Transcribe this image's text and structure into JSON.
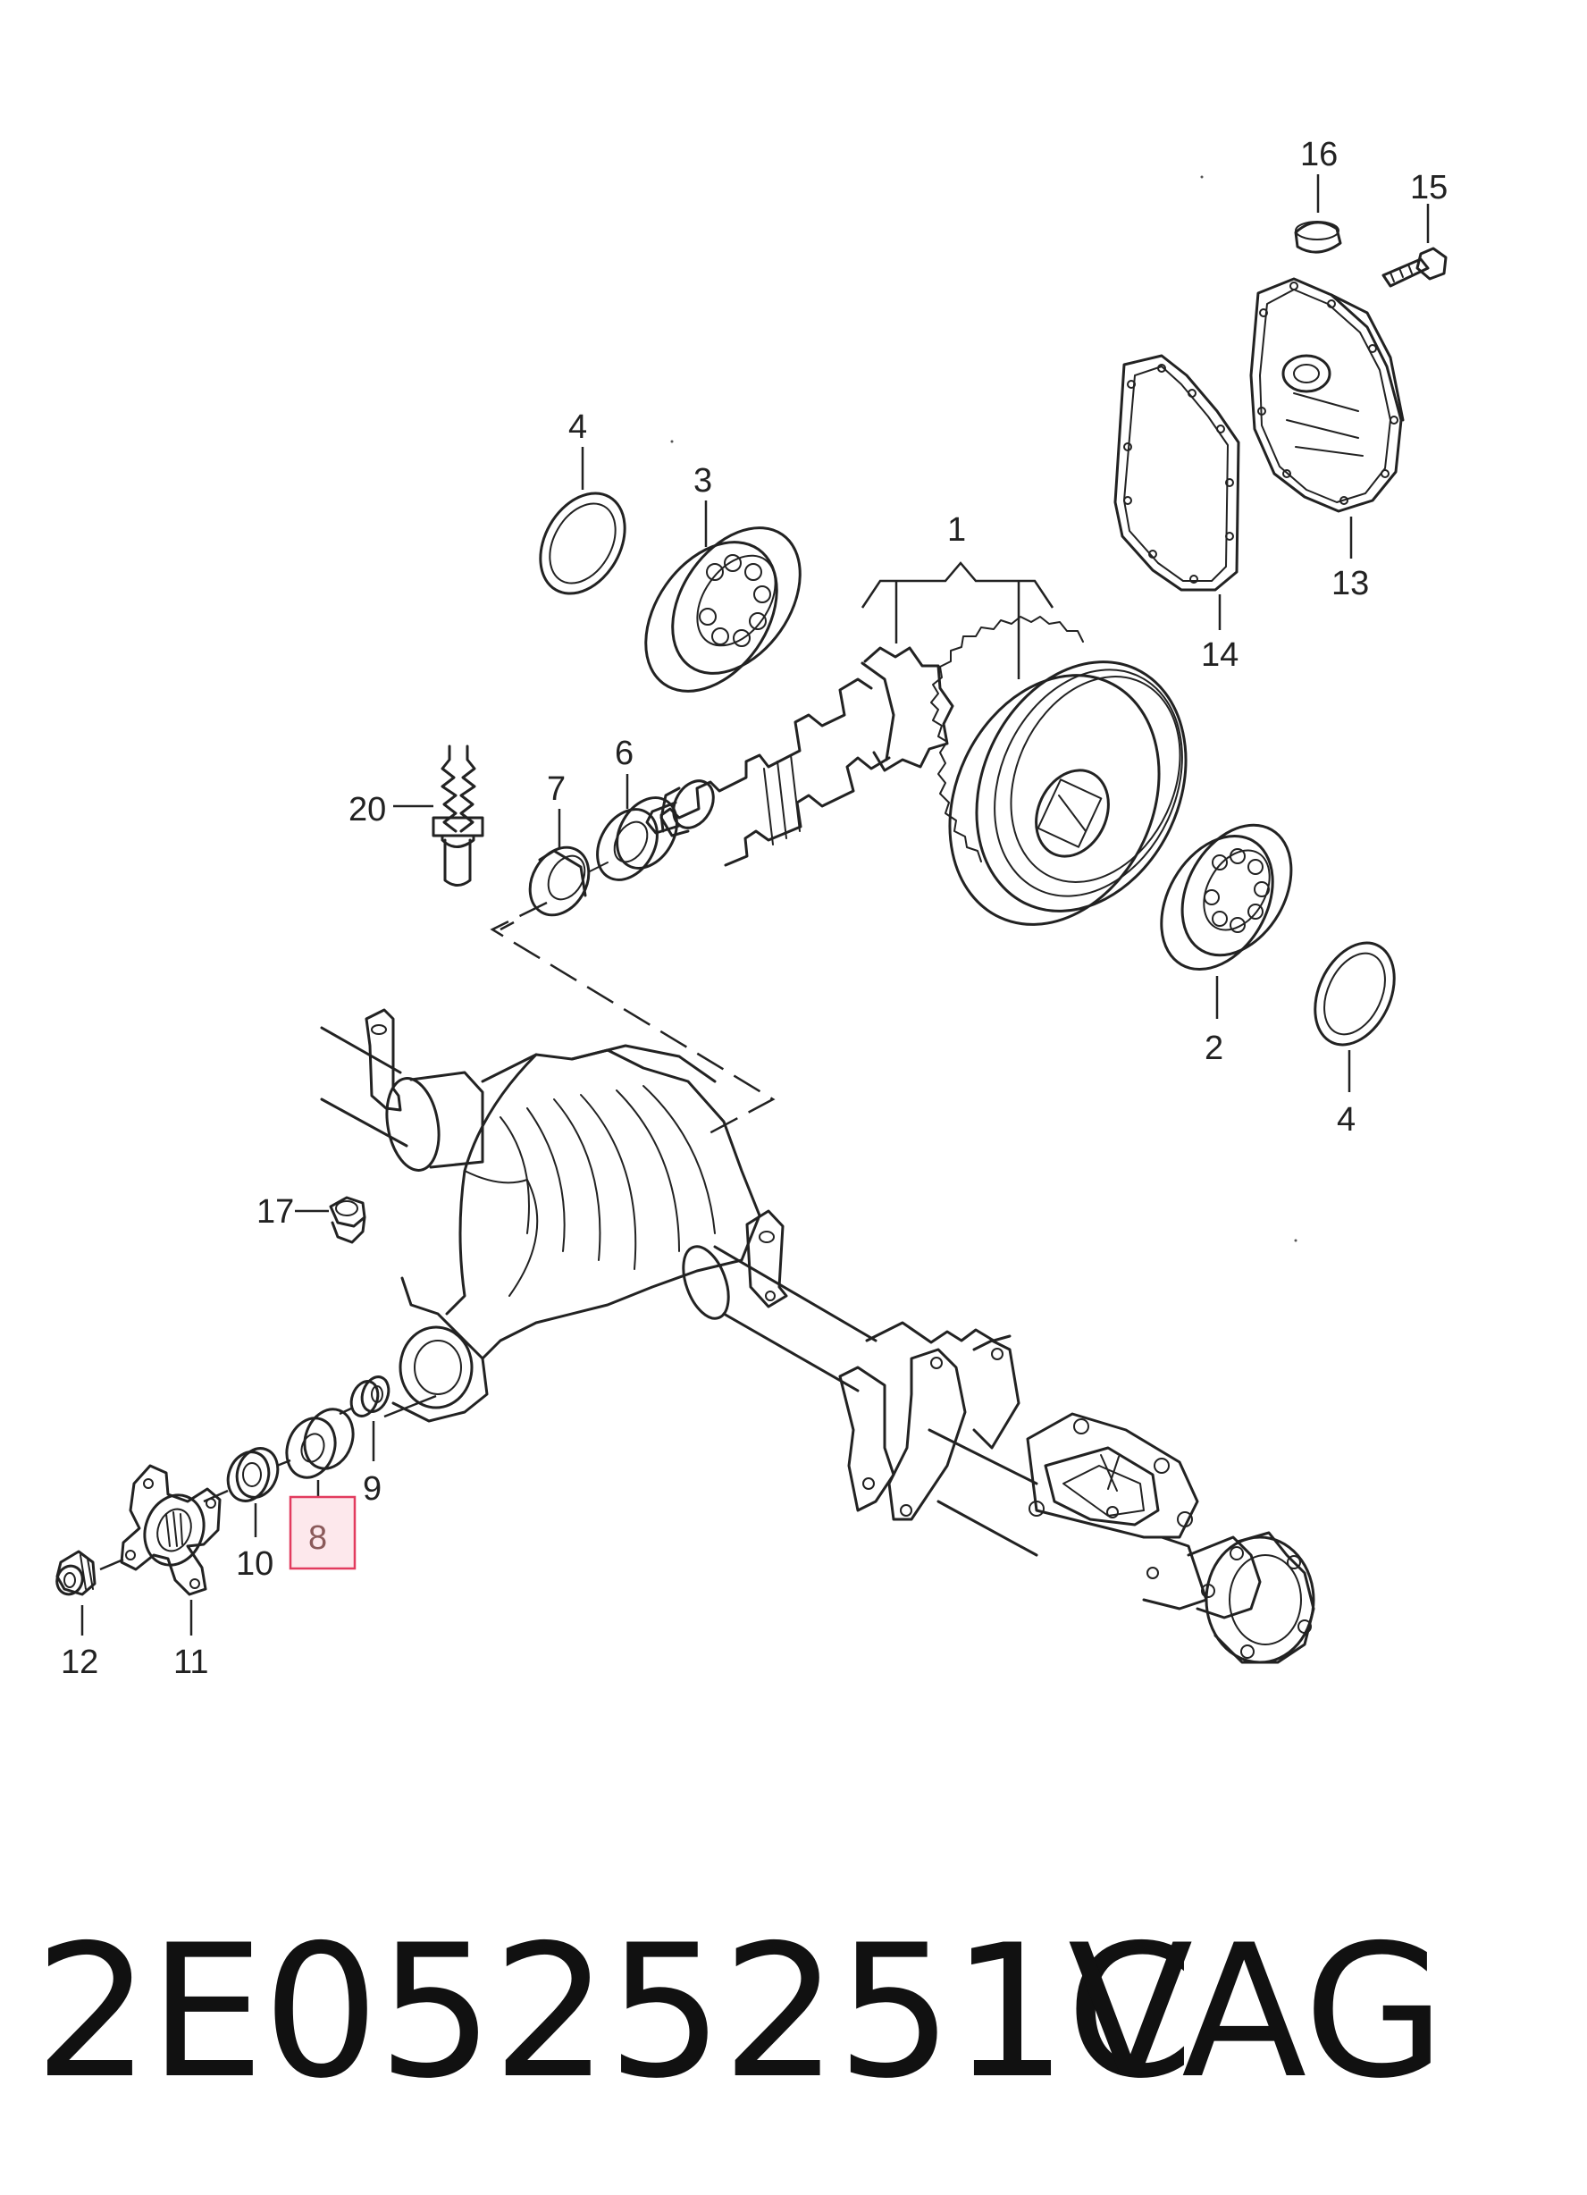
{
  "diagram": {
    "callouts": [
      "1",
      "2",
      "3",
      "4",
      "4",
      "6",
      "7",
      "8",
      "9",
      "10",
      "11",
      "12",
      "13",
      "14",
      "15",
      "16",
      "17",
      "20"
    ],
    "highlighted_callout": "8"
  },
  "footer": {
    "part_number": "2E0525251C",
    "brand": "VAG"
  },
  "colors": {
    "highlight_border": "#e23b5e",
    "highlight_fill": "#fde8ec",
    "line": "#222222"
  }
}
